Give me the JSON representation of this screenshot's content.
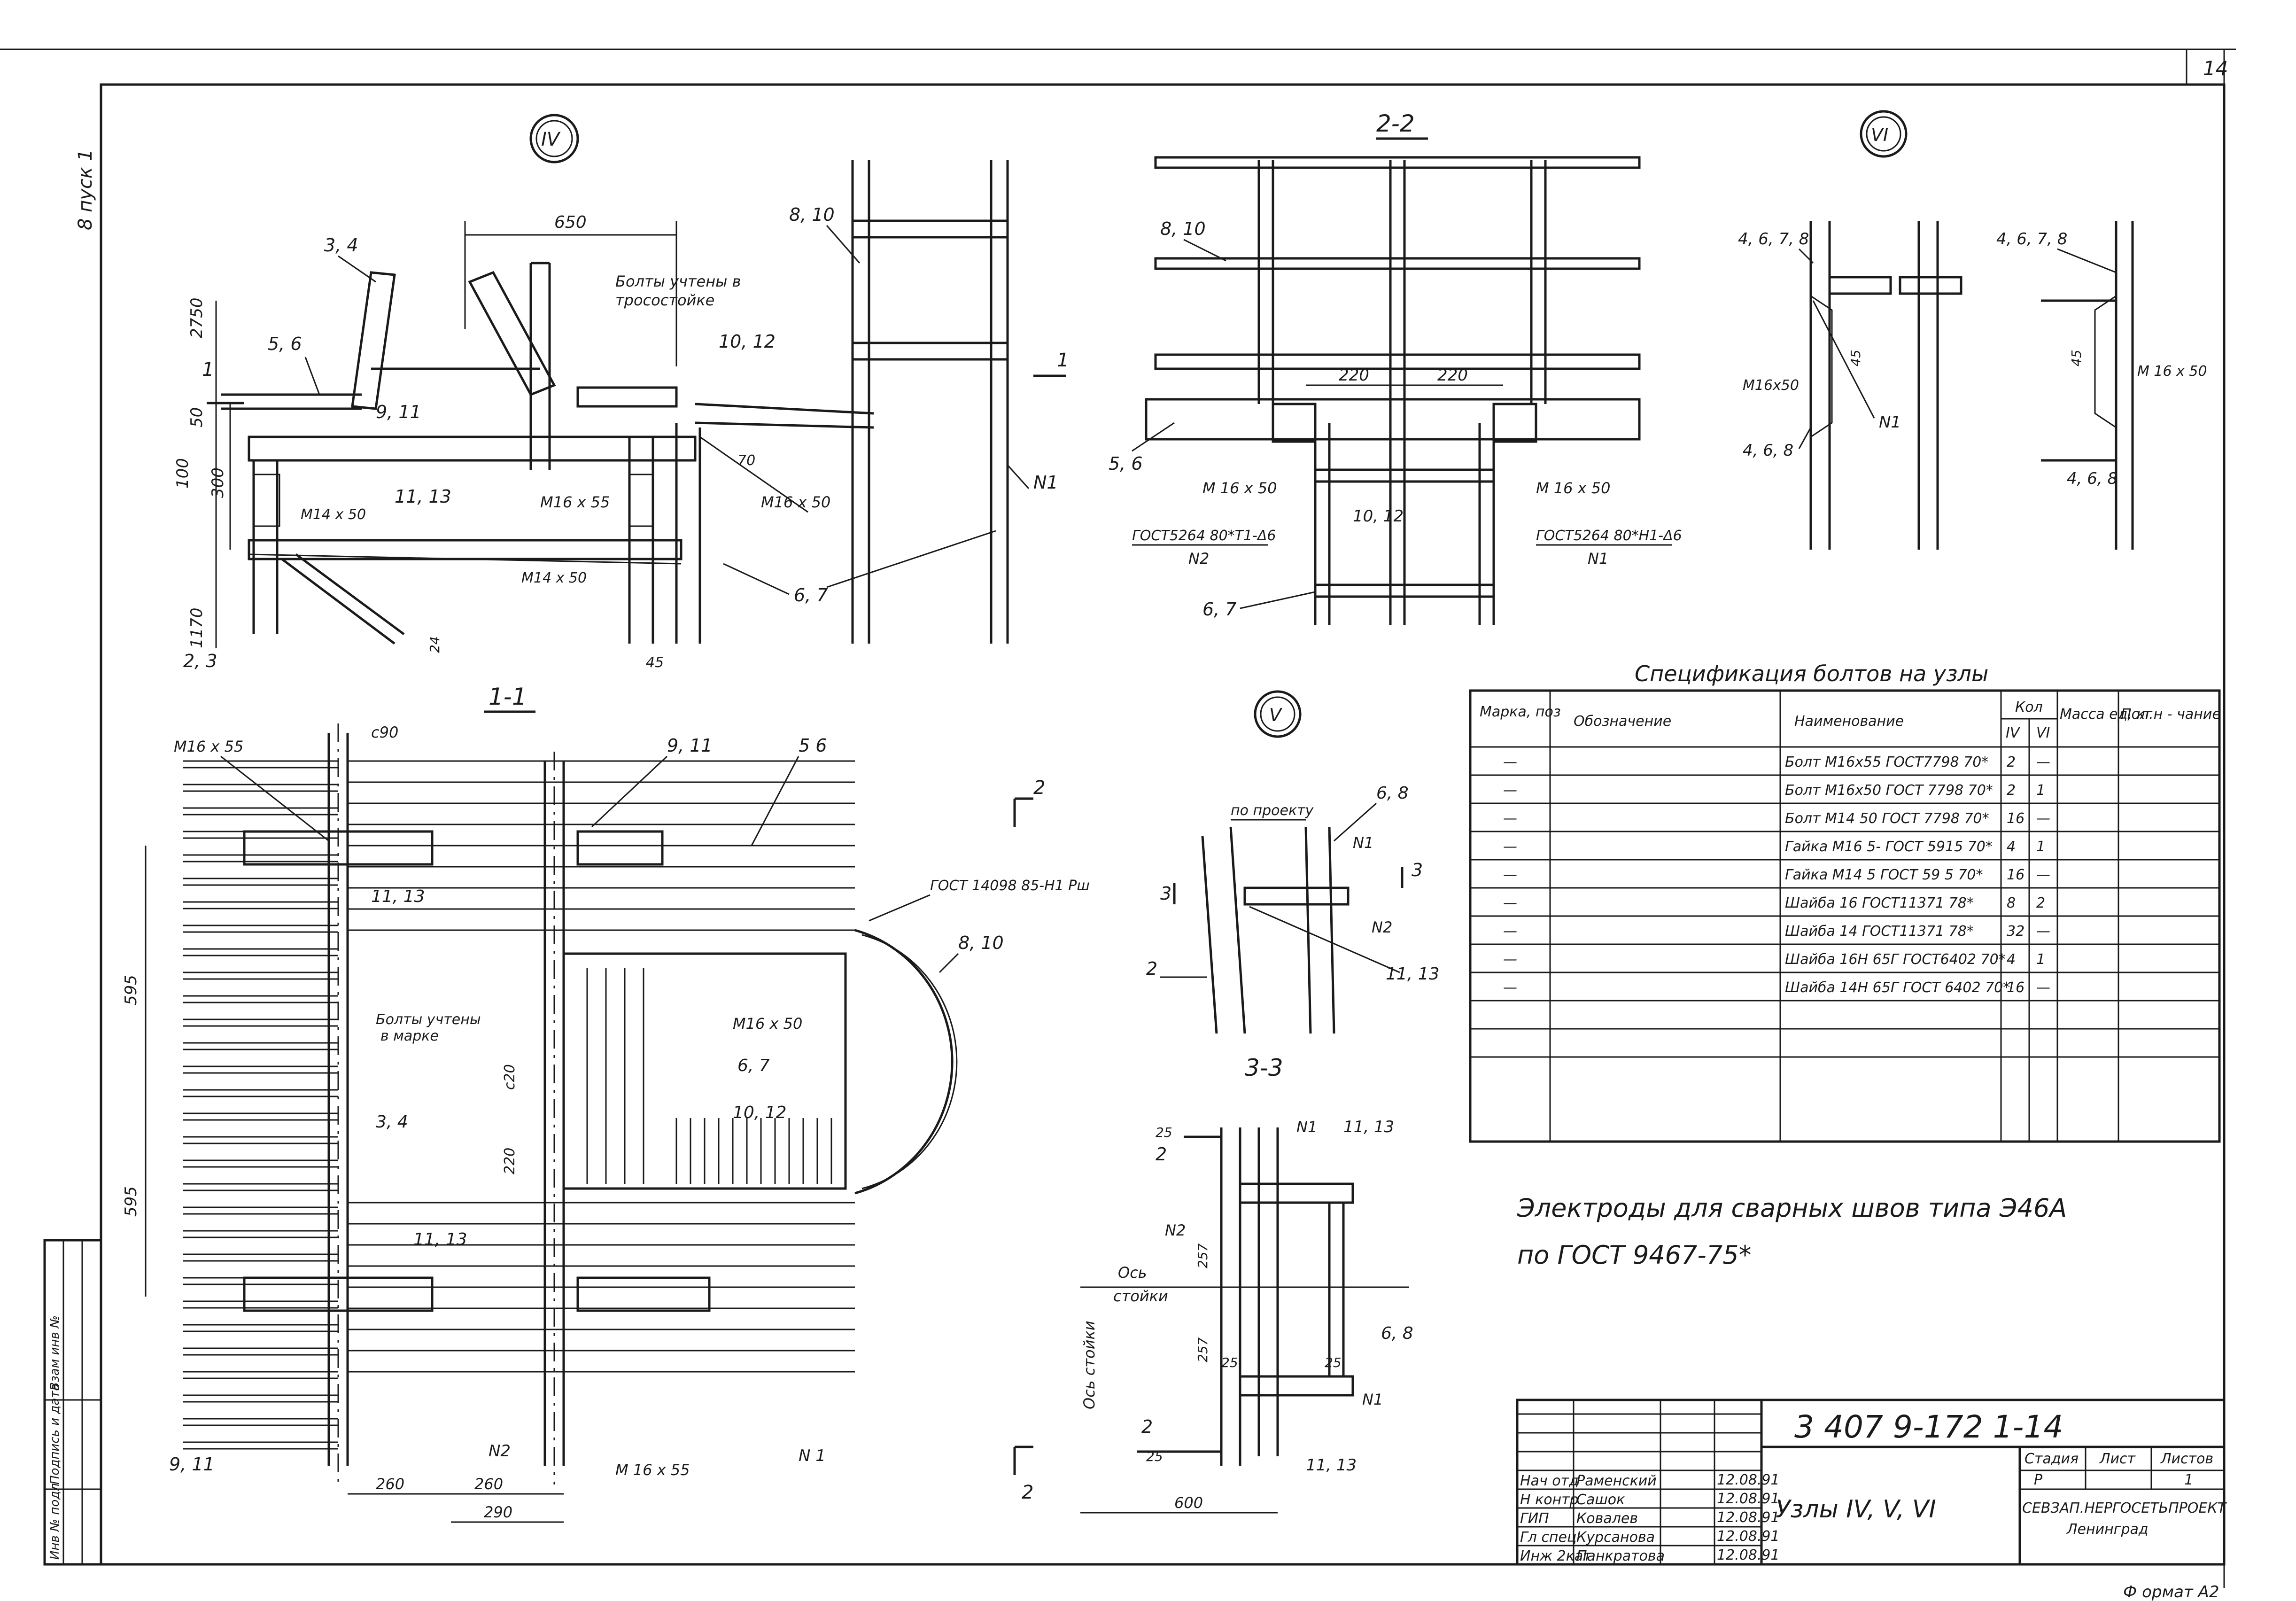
{
  "sheet": {
    "page_number": "14",
    "side_note": "8 пуск 1",
    "format": "Ф ормат А2"
  },
  "views": {
    "node4": {
      "title": "IV"
    },
    "node5": {
      "title": "V"
    },
    "node6": {
      "title": "VI"
    },
    "sec11": {
      "title": "1-1"
    },
    "sec22": {
      "title": "2-2"
    },
    "sec33": {
      "title": "3-3"
    }
  },
  "labels": {
    "n4_dim_650": "650",
    "n4_dim_2750": "2750",
    "n4_dim_50": "50",
    "n4_dim_100": "100",
    "n4_dim_300": "300",
    "n4_dim_1170": "1170",
    "n4_dim_45": "45",
    "n4_dim_24": "24",
    "n4_dim_70": "70",
    "n4_34": "3, 4",
    "n4_56": "5, 6",
    "n4_911": "9, 11",
    "n4_1113": "11, 13",
    "n4_1012": "10, 12",
    "n4_23": "2, 3",
    "n4_810": "8, 10",
    "n4_67": "6, 7",
    "n4_n1": "N1",
    "n4_m14x50a": "M14 x 50",
    "n4_m14x50b": "M14 x 50",
    "n4_m16x55": "M16 x 55",
    "n4_m16x50": "M16 x 50",
    "n4_note1": "Болты учтены в",
    "n4_note2": "тросостойке",
    "n4_sec1a": "1",
    "n4_sec1b": "1",
    "s22_810": "8, 10",
    "s22_56": "5, 6",
    "s22_220a": "220",
    "s22_220b": "220",
    "s22_m16x50a": "M 16 x 50",
    "s22_m16x50b": "M 16 x 50",
    "s22_1012": "10, 12",
    "s22_gost_a": "ГОСТ5264 80*Т1-Δ6",
    "s22_n2": "N2",
    "s22_gost_b": "ГОСТ5264 80*Н1-Δ6",
    "s22_n1": "N1",
    "s22_67": "6, 7",
    "n6_4678a": "4, 6, 7, 8",
    "n6_4678b": "4, 6, 7, 8",
    "n6_m16x50": "M16x50",
    "n6_n1": "N1",
    "n6_45a": "45",
    "n6_45b": "45",
    "n6_m16x50b": "M 16 x 50",
    "n6_468a": "4, 6, 8",
    "n6_468b": "4, 6, 8",
    "s11_m16x55a": "M16 x 55",
    "s11_c90": "c90",
    "s11_911a": "9, 11",
    "s11_56": "5 6",
    "s11_1113a": "11, 13",
    "s11_gost": "ГОСТ 14098 85-Н1 Рш",
    "s11_810": "8, 10",
    "s11_595a": "595",
    "s11_595b": "595",
    "s11_note1": "Болты учтены",
    "s11_note2": "в марке",
    "s11_c20": "c20",
    "s11_220": "220",
    "s11_m16x50": "M16 x 50",
    "s11_67": "6, 7",
    "s11_1012": "10, 12",
    "s11_34": "3, 4",
    "s11_1113b": "11, 13",
    "s11_911b": "9, 11",
    "s11_n2": "N2",
    "s11_m16x55b": "M 16 x 55",
    "s11_n1": "N 1",
    "s11_260a": "260",
    "s11_260b": "260",
    "s11_290": "290",
    "s11_2a": "2",
    "s11_2b": "2",
    "n5_proekt": "по проекту",
    "n5_68": "6, 8",
    "n5_n1": "N1",
    "n5_3a": "3",
    "n5_3b": "3",
    "n5_n2": "N2",
    "n5_2": "2",
    "n5_1113": "11, 13",
    "s33_25a": "25",
    "s33_2a": "2",
    "s33_n1a": "N1",
    "s33_1113a": "11, 13",
    "s33_n2": "N2",
    "s33_257a": "257",
    "s33_os1": "Ось",
    "s33_os2": "стойки",
    "s33_257b": "257",
    "s33_68": "6, 8",
    "s33_25b": "25",
    "s33_25c": "25",
    "s33_n1b": "N1",
    "s33_2b": "2",
    "s33_25d": "25",
    "s33_1113b": "11, 13",
    "s33_os_v": "Ось стойки",
    "s33_600": "600"
  },
  "spec": {
    "title": "Спецификация болтов на узлы",
    "headers": {
      "mark": "Марка, поз",
      "designation": "Обозначение",
      "name": "Наименование",
      "qty": "Кол",
      "qty_iv": "IV",
      "qty_vi": "VI",
      "mass": "Масса ед, кг",
      "note": "Пол.н - чание"
    },
    "rows": [
      {
        "mark": "—",
        "name": "Болт М16х55 ГОСТ7798 70*",
        "iv": "2",
        "vi": "—"
      },
      {
        "mark": "—",
        "name": "Болт М16х50 ГОСТ 7798 70*",
        "iv": "2",
        "vi": "1"
      },
      {
        "mark": "—",
        "name": "Болт М14 50 ГОСТ 7798 70*",
        "iv": "16",
        "vi": "—"
      },
      {
        "mark": "—",
        "name": "Гайка М16 5- ГОСТ 5915 70*",
        "iv": "4",
        "vi": "1"
      },
      {
        "mark": "—",
        "name": "Гайка М14 5 ГОСТ 59 5 70*",
        "iv": "16",
        "vi": "—"
      },
      {
        "mark": "—",
        "name": "Шайба 16 ГОСТ11371 78*",
        "iv": "8",
        "vi": "2"
      },
      {
        "mark": "—",
        "name": "Шайба 14 ГОСТ11371 78*",
        "iv": "32",
        "vi": "—"
      },
      {
        "mark": "—",
        "name": "Шайба 16Н 65Г ГОСТ6402 70*",
        "iv": "4",
        "vi": "1"
      },
      {
        "mark": "—",
        "name": "Шайба 14Н 65Г ГОСТ 6402 70*",
        "iv": "16",
        "vi": "—"
      }
    ]
  },
  "note": {
    "line1": "Электроды для сварных швов типа Э46А",
    "line2": "по ГОСТ 9467-75*"
  },
  "stamp": {
    "code": "3 407 9-172 1-14",
    "title": "Узлы IV, V, VI",
    "stage_h": "Стадия",
    "sheet_h": "Лист",
    "sheets_h": "Листов",
    "stage": "Р",
    "sheet": "1",
    "org1": "СЕВЗАП.НЕРГОСЕТЬПРОЕКТ",
    "org2": "Ленинград",
    "people": [
      {
        "role": "Нач отд",
        "name": "Раменский",
        "date": "12.08.91"
      },
      {
        "role": "Н контр",
        "name": "Сашок",
        "date": "12.08.91"
      },
      {
        "role": "ГИП",
        "name": "Ковалев",
        "date": "12.08.91"
      },
      {
        "role": "Гл спец",
        "name": "Курсанова",
        "date": "12.08.91"
      },
      {
        "role": "Инж 2кат",
        "name": "Панкратова",
        "date": "12.08.91"
      }
    ]
  },
  "left_strip": {
    "a": "Инв № подл",
    "b": "Подпись и дата",
    "c": "Взам инв №"
  }
}
